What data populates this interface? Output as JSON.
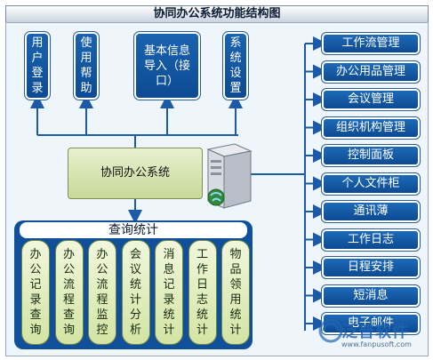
{
  "title": "协同办公系统功能结构图",
  "center": "协同办公系统",
  "top_modules": [
    {
      "label": "用户登录"
    },
    {
      "label": "使用帮助"
    },
    {
      "label": "基本信息导入（接口）"
    },
    {
      "label": "系统设置"
    }
  ],
  "right_modules": [
    "工作流管理",
    "办公用品管理",
    "会议管理",
    "组织机构管理",
    "控制面板",
    "个人文件柜",
    "通讯薄",
    "工作日志",
    "日程安排",
    "短消息",
    "电子邮件"
  ],
  "stats": {
    "header": "查询统计",
    "items": [
      "办公记录查询",
      "办公流程查询",
      "办公流程监控",
      "会议统计分析",
      "消息记录统计",
      "工作日志统计",
      "物品领用统计"
    ]
  },
  "watermark": {
    "text": "泛普软件",
    "url": "www.fanpusoft.com"
  },
  "colors": {
    "module_blue": "#1565b3",
    "center_green": "#d6e5ad",
    "connector": "#1c5aa6",
    "panel_blue": "#10509a"
  }
}
